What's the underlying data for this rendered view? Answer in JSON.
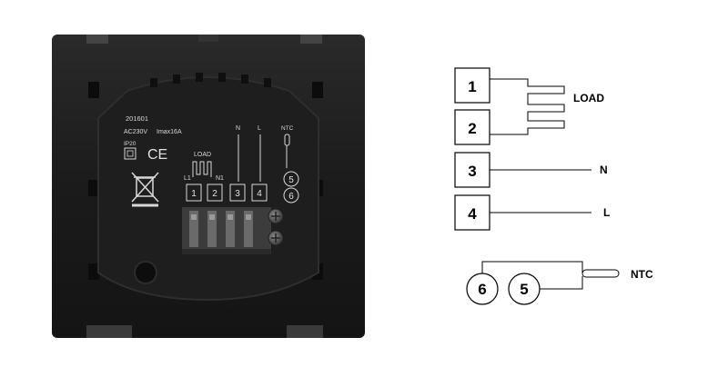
{
  "device_label": {
    "model": "201601",
    "power": "AC230V",
    "current": "Imax16A",
    "ip_rating": "IP20",
    "ce_mark": "CE",
    "load": "LOAD",
    "l1": "L1",
    "n1": "N1",
    "n": "N",
    "l": "L",
    "ntc": "NTC",
    "terminals": [
      "1",
      "2",
      "3",
      "4"
    ],
    "sensor_terminals": [
      "5",
      "6"
    ]
  },
  "diagram": {
    "boxes": [
      "1",
      "2",
      "3",
      "4"
    ],
    "load_label": "LOAD",
    "n_label": "N",
    "l_label": "L",
    "sensor_circles": [
      "6",
      "5"
    ],
    "ntc_label": "NTC"
  }
}
